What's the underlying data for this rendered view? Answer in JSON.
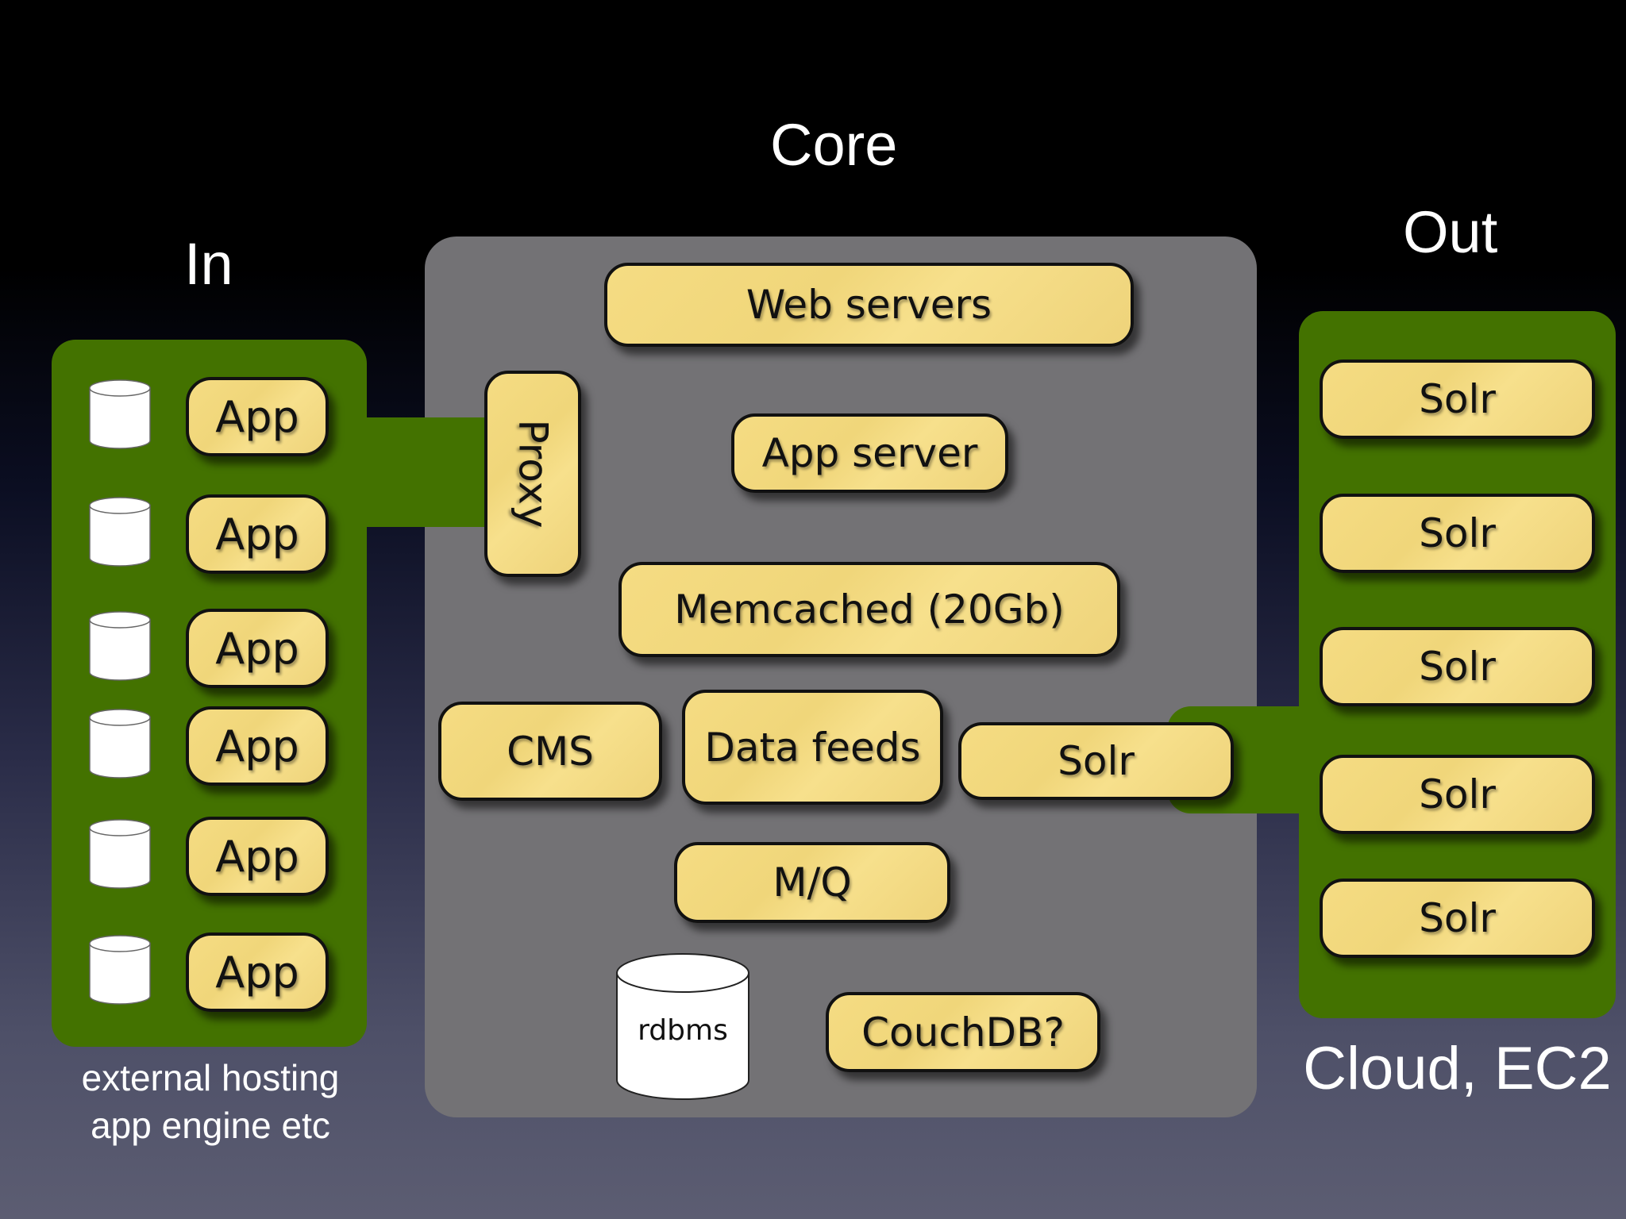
{
  "headings": {
    "in": "In",
    "core": "Core",
    "out": "Out"
  },
  "captions": {
    "left_line1": "external hosting",
    "left_line2": "app engine etc",
    "right": "Cloud, EC2"
  },
  "in_zone": {
    "apps": [
      "App",
      "App",
      "App",
      "App",
      "App",
      "App"
    ]
  },
  "core_zone": {
    "web_servers": "Web servers",
    "proxy": "Proxy",
    "app_server": "App server",
    "memcached": "Memcached (20Gb)",
    "cms": "CMS",
    "data_feeds": "Data feeds",
    "solr": "Solr",
    "mq": "M/Q",
    "rdbms": "rdbms",
    "couchdb": "CouchDB?"
  },
  "out_zone": {
    "solrs": [
      "Solr",
      "Solr",
      "Solr",
      "Solr",
      "Solr"
    ]
  },
  "colors": {
    "green_zone": "#437200",
    "core_panel": "#737275",
    "box_fill": "#f2d97d"
  }
}
